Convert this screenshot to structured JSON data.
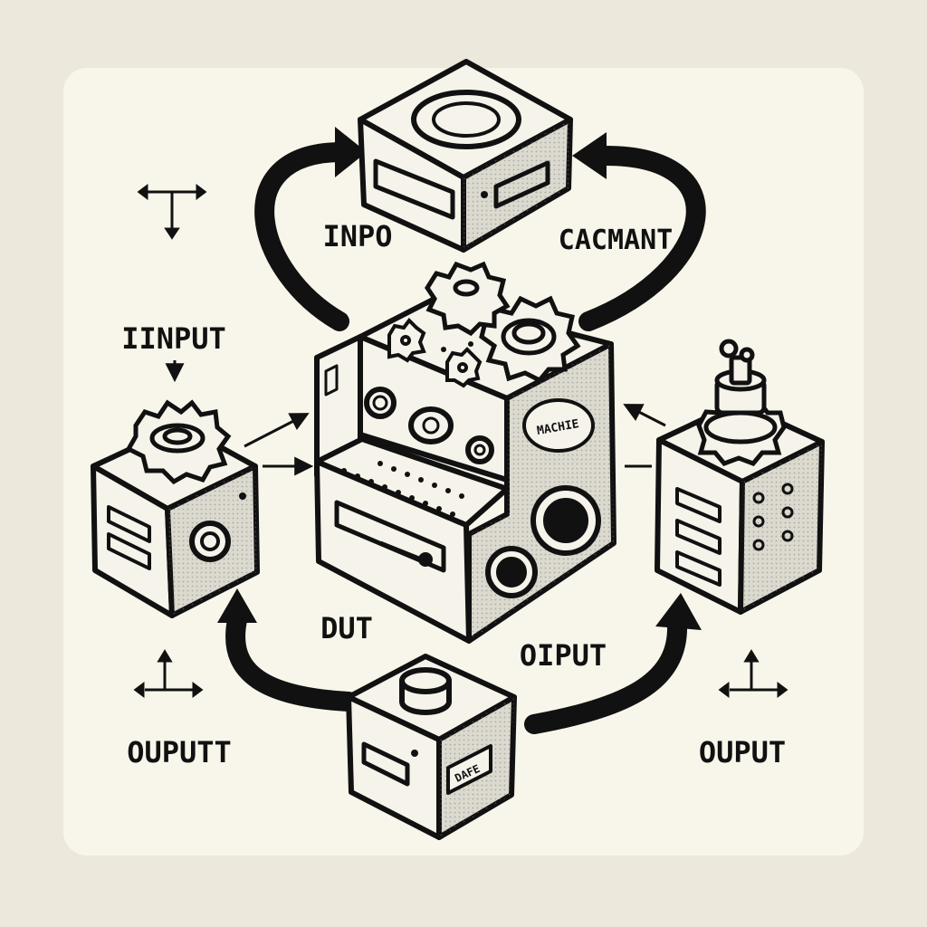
{
  "labels": {
    "inpo": "INPO",
    "cacmant": "CACMANT",
    "iinput": "IINPUT",
    "dut": "DUT",
    "oiput": "OIPUT",
    "ouputt": "OUPUTT",
    "ouput": "OUPUT",
    "machie": "MACHIE",
    "dafe": "DAFE"
  },
  "colors": {
    "background": "#ece8dc",
    "panel": "#f8f6ea",
    "ink": "#111111",
    "box_face": "#f5f3ea",
    "box_shade": "#dcd9cf"
  },
  "icons": [
    "axis-icon",
    "gear-icon",
    "arrow-icon",
    "knob-icon",
    "dial-icon"
  ]
}
